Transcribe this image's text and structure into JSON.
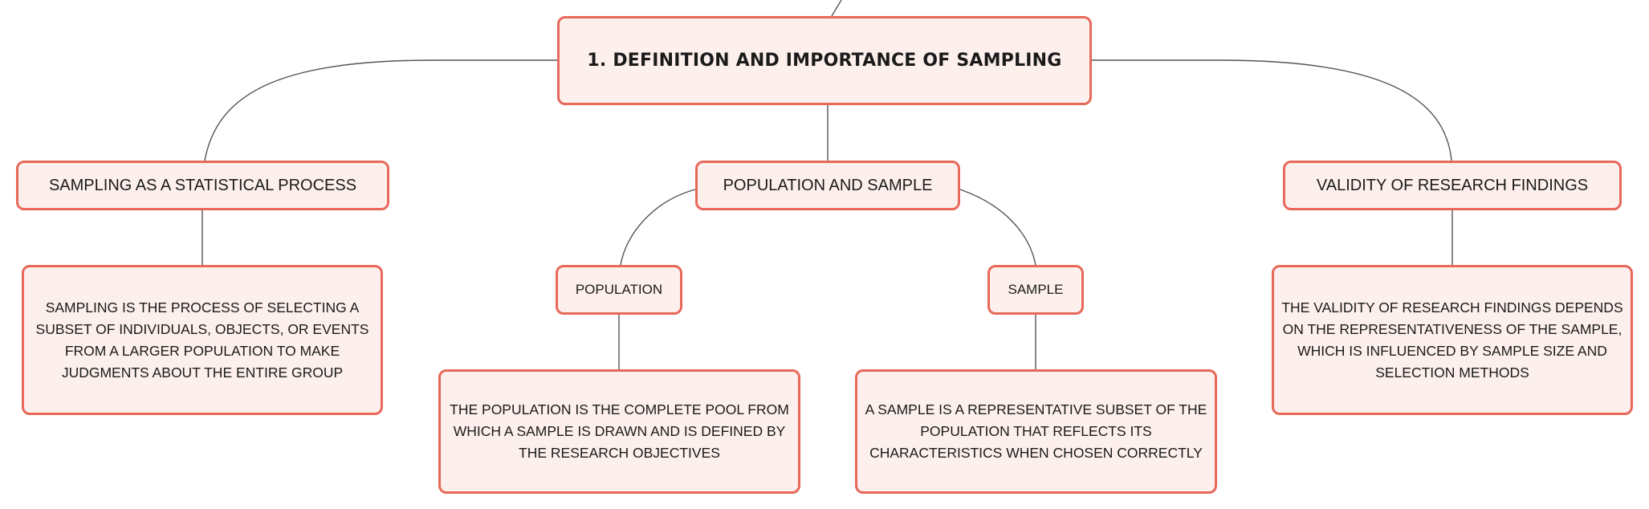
{
  "colors": {
    "node_fill": "#fdf0ec",
    "node_border": "#e8685a",
    "connector": "#555555",
    "text": "#1a1a1a"
  },
  "root": {
    "label": "1. DEFINITION AND IMPORTANCE OF SAMPLING"
  },
  "topics": {
    "sampling_process": {
      "label": "SAMPLING AS A STATISTICAL PROCESS",
      "description": "SAMPLING IS THE PROCESS OF SELECTING A SUBSET OF INDIVIDUALS, OBJECTS, OR EVENTS FROM A LARGER POPULATION TO MAKE JUDGMENTS ABOUT THE ENTIRE GROUP"
    },
    "population_and_sample": {
      "label": "POPULATION AND SAMPLE",
      "population": {
        "label": "POPULATION",
        "description": "THE POPULATION IS THE COMPLETE POOL FROM WHICH A SAMPLE IS DRAWN AND IS DEFINED BY THE RESEARCH OBJECTIVES"
      },
      "sample": {
        "label": "SAMPLE",
        "description": "A SAMPLE IS A REPRESENTATIVE SUBSET OF THE POPULATION THAT REFLECTS ITS CHARACTERISTICS WHEN CHOSEN CORRECTLY"
      }
    },
    "validity": {
      "label": "VALIDITY OF RESEARCH FINDINGS",
      "description": "THE VALIDITY OF RESEARCH FINDINGS DEPENDS ON THE REPRESENTATIVENESS OF THE SAMPLE, WHICH IS INFLUENCED BY SAMPLE SIZE AND SELECTION METHODS"
    }
  }
}
